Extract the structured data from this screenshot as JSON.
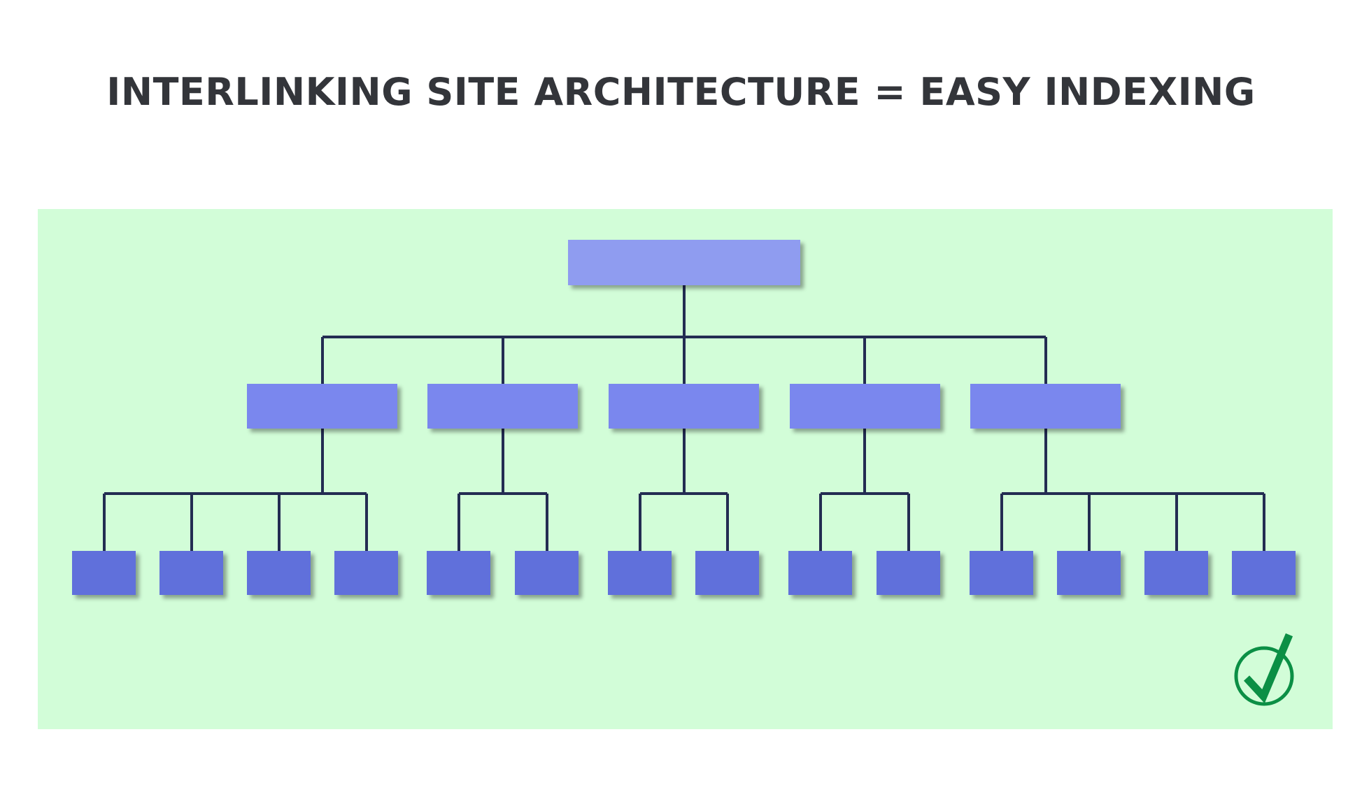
{
  "title": "INTERLINKING SITE ARCHITECTURE = EASY INDEXING",
  "colors": {
    "panel_background": "#d2fdd8",
    "root_node": "#8f9cf0",
    "level1_node": "#7a87ee",
    "level2_node": "#6070db",
    "connector": "#232c52",
    "check_icon": "#0b8f45"
  },
  "tree": {
    "root_count": 1,
    "level1_count": 5,
    "children_per_level1": [
      4,
      2,
      2,
      2,
      4
    ],
    "level2_count": 14
  },
  "icons": [
    "check-circle-icon"
  ]
}
